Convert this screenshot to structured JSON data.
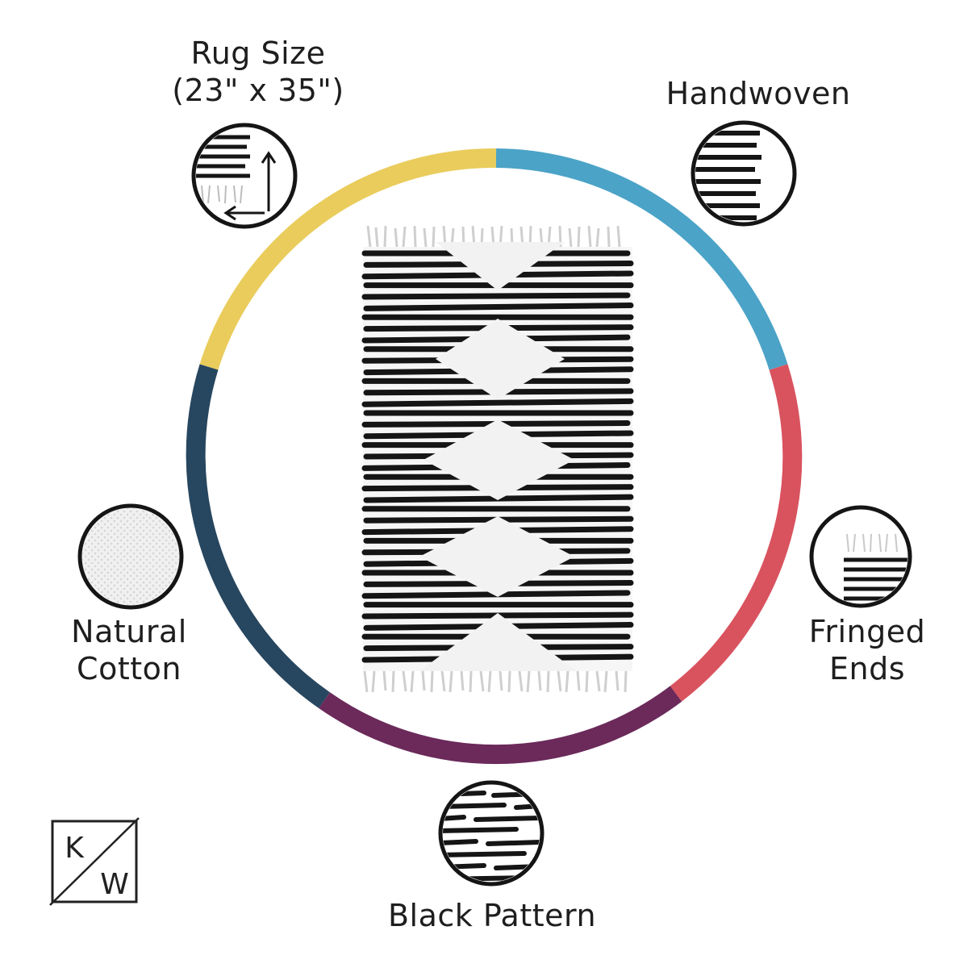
{
  "features": {
    "rug_size": {
      "line1": "Rug Size",
      "line2": "(23\" x 35\")"
    },
    "handwoven": {
      "line1": "Handwoven"
    },
    "natural_cotton": {
      "line1": "Natural",
      "line2": "Cotton"
    },
    "fringed_ends": {
      "line1": "Fringed",
      "line2": "Ends"
    },
    "black_pattern": {
      "line1": "Black Pattern"
    }
  },
  "logo": {
    "top_letter": "K",
    "bottom_letter": "W"
  },
  "ring_colors": {
    "yellow": "#e9cc5c",
    "blue": "#4ba3c7",
    "red": "#d9535f",
    "purple": "#6b2a5a",
    "teal": "#27465f"
  },
  "icons": {
    "center": "striped-diamond-rug",
    "rug_size": "rug-with-dimension-arrows",
    "handwoven": "woven-stripes",
    "natural_cotton": "cotton-texture",
    "fringed_ends": "rug-fringe-corner",
    "black_pattern": "black-stripe-pattern"
  }
}
